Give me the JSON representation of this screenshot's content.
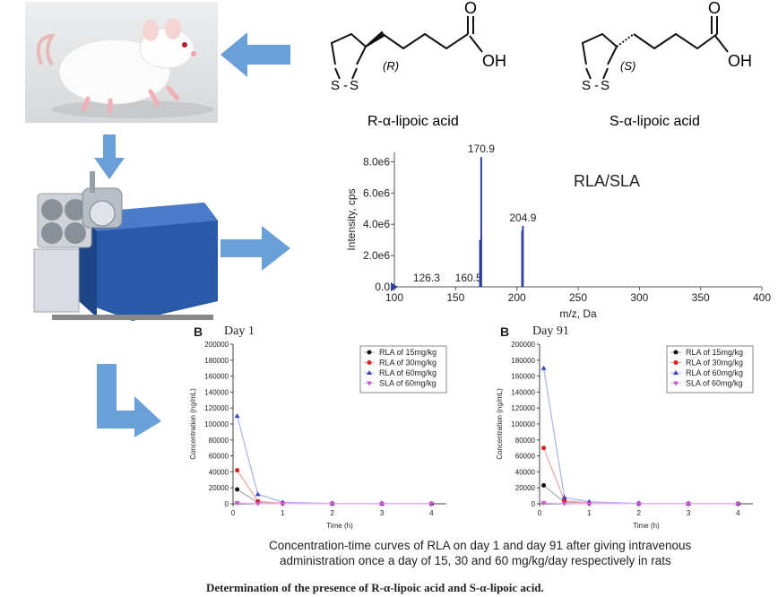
{
  "molecules": {
    "r": {
      "stereo_label": "(R)",
      "name": "R-α-lipoic acid",
      "oxygen": "O",
      "hydroxyl": "OH",
      "sulfur1": "S",
      "sulfur2": "S"
    },
    "s": {
      "stereo_label": "(S)",
      "name": "S-α-lipoic acid",
      "oxygen": "O",
      "hydroxyl": "OH",
      "sulfur1": "S",
      "sulfur2": "S"
    }
  },
  "colors": {
    "arrow": "#6b9fd8",
    "peak": "#2e3fa0",
    "rla15": "#111111",
    "rla30": "#e02020",
    "rla60": "#3a45c0",
    "sla60": "#d04fd8"
  },
  "icons": [
    "rat-image",
    "mass-spectrometer-image",
    "arrow-left-icon",
    "arrow-down-icon",
    "arrow-right-icon",
    "arrow-corner-icon"
  ],
  "chart_data": [
    {
      "type": "bar",
      "title": "RLA/SLA",
      "xlabel": "m/z, Da",
      "ylabel": "Intensity, cps",
      "xlim": [
        100,
        400
      ],
      "ylim": [
        0,
        8600000
      ],
      "x_ticks": [
        "100",
        "150",
        "200",
        "250",
        "300",
        "350",
        "400"
      ],
      "y_ticks": [
        "0.0",
        "2.0e6",
        "4.0e6",
        "6.0e6",
        "8.0e6"
      ],
      "peaks": [
        {
          "mz": 126.3,
          "intensity": 0,
          "label": "126.3"
        },
        {
          "mz": 160.5,
          "intensity": 0,
          "label": "160.5"
        },
        {
          "mz": 170.9,
          "intensity": 8300000,
          "label": "170.9"
        },
        {
          "mz": 169.9,
          "intensity": 3000000,
          "label": ""
        },
        {
          "mz": 204.9,
          "intensity": 3900000,
          "label": "204.9"
        },
        {
          "mz": 204.3,
          "intensity": 3600000,
          "label": ""
        }
      ]
    },
    {
      "type": "line",
      "panel": "B",
      "title": "Day 1",
      "xlabel": "Time (h)",
      "ylabel": "Concentration (ng/mL)",
      "xlim": [
        0,
        4.3
      ],
      "ylim": [
        0,
        200000
      ],
      "x_ticks": [
        "0",
        "1",
        "2",
        "3",
        "4"
      ],
      "y_ticks": [
        "0",
        "20000",
        "40000",
        "60000",
        "80000",
        "100000",
        "120000",
        "140000",
        "160000",
        "180000",
        "200000"
      ],
      "x": [
        0.083,
        0.5,
        1,
        2,
        3,
        4
      ],
      "series": [
        {
          "name": "RLA of 15mg/kg",
          "values": [
            18000,
            1500,
            500,
            200,
            100,
            50
          ]
        },
        {
          "name": "RLA of 30mg/kg",
          "values": [
            42000,
            3000,
            800,
            300,
            100,
            50
          ]
        },
        {
          "name": "RLA of 60mg/kg",
          "values": [
            110000,
            12000,
            2000,
            500,
            200,
            100
          ]
        },
        {
          "name": "SLA of 60mg/kg",
          "values": [
            1000,
            300,
            100,
            50,
            30,
            20
          ]
        }
      ]
    },
    {
      "type": "line",
      "panel": "B",
      "title": "Day 91",
      "xlabel": "Time (h)",
      "ylabel": "Concentration (ng/mL)",
      "xlim": [
        0,
        4.3
      ],
      "ylim": [
        0,
        200000
      ],
      "x_ticks": [
        "0",
        "1",
        "2",
        "3",
        "4"
      ],
      "y_ticks": [
        "0",
        "20000",
        "40000",
        "60000",
        "80000",
        "100000",
        "120000",
        "140000",
        "160000",
        "180000",
        "200000"
      ],
      "x": [
        0.083,
        0.5,
        1,
        2,
        3,
        4
      ],
      "series": [
        {
          "name": "RLA of 15mg/kg",
          "values": [
            23000,
            2000,
            500,
            200,
            100,
            50
          ]
        },
        {
          "name": "RLA of 30mg/kg",
          "values": [
            70000,
            4000,
            1000,
            300,
            100,
            50
          ]
        },
        {
          "name": "RLA of 60mg/kg",
          "values": [
            170000,
            8000,
            2500,
            500,
            200,
            100
          ]
        },
        {
          "name": "SLA of 60mg/kg",
          "values": [
            1000,
            300,
            100,
            50,
            30,
            20
          ]
        }
      ]
    }
  ],
  "caption_line1": "Concentration-time curves of RLA  on day 1 and day 91 after giving intravenous",
  "caption_line2": "administration once a day of 15, 30 and 60 mg/kg/day respectively in rats",
  "figure_title": "Determination of the presence of R-α-lipoic acid and S-α-lipoic acid."
}
